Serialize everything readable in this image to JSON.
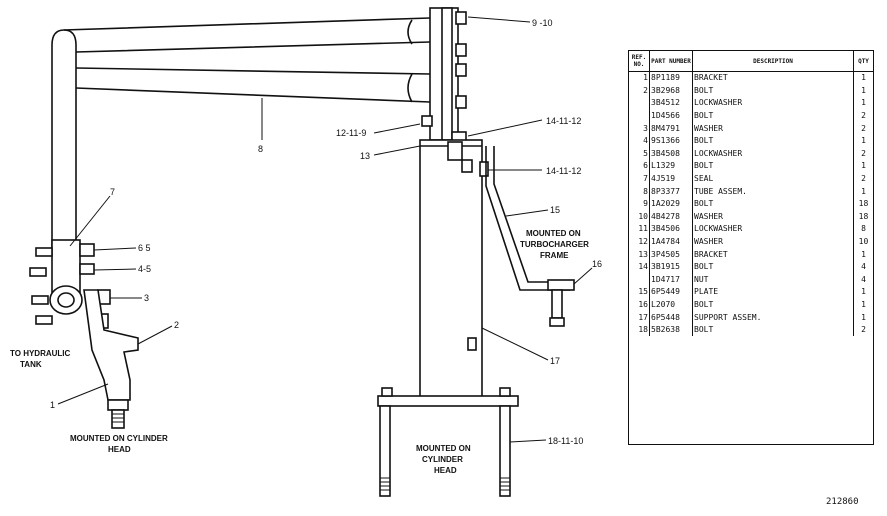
{
  "callouts": {
    "c9_10": "9 -10",
    "c8": "8",
    "c12_11_9": "12-11-9",
    "c14_11_12_a": "14-11-12",
    "c13": "13",
    "c14_11_12_b": "14-11-12",
    "c15": "15",
    "c7": "7",
    "c6_5": "6  5",
    "c4_5": "4-5",
    "c3": "3",
    "c2": "2",
    "c1": "1",
    "c16": "16",
    "c17": "17",
    "c18_11_10": "18-11-10"
  },
  "notes": {
    "hydraulic_1": "TO HYDRAULIC",
    "hydraulic_2": "TANK",
    "cyl_head_1": "MOUNTED ON CYLINDER",
    "cyl_head_2": "HEAD",
    "turbo_1": "MOUNTED ON",
    "turbo_2": "TURBOCHARGER",
    "turbo_3": "FRAME",
    "cyl_head_b_1": "MOUNTED ON",
    "cyl_head_b_2": "CYLINDER",
    "cyl_head_b_3": "HEAD"
  },
  "parts_table": {
    "headers": {
      "ref": "REF. NO.",
      "part": "PART NUMBER",
      "desc": "DESCRIPTION",
      "qty": "QTY"
    },
    "rows": [
      {
        "ref": "1",
        "part": "8P1189",
        "desc": "BRACKET",
        "qty": "1"
      },
      {
        "ref": "2",
        "part": "3B2968",
        "desc": "BOLT",
        "qty": "1"
      },
      {
        "ref": "",
        "part": "3B4512",
        "desc": "LOCKWASHER",
        "qty": "1"
      },
      {
        "ref": "",
        "part": "1D4566",
        "desc": "BOLT",
        "qty": "2"
      },
      {
        "ref": "3",
        "part": "8M4791",
        "desc": "WASHER",
        "qty": "2"
      },
      {
        "ref": "4",
        "part": "9S1366",
        "desc": "BOLT",
        "qty": "1"
      },
      {
        "ref": "5",
        "part": "3B4508",
        "desc": "LOCKWASHER",
        "qty": "2"
      },
      {
        "ref": "6",
        "part": "L1329",
        "desc": "BOLT",
        "qty": "1"
      },
      {
        "ref": "7",
        "part": "4J519",
        "desc": "SEAL",
        "qty": "2"
      },
      {
        "ref": "8",
        "part": "8P3377",
        "desc": "TUBE ASSEM.",
        "qty": "1"
      },
      {
        "ref": "9",
        "part": "1A2029",
        "desc": "BOLT",
        "qty": "18"
      },
      {
        "ref": "10",
        "part": "4B4278",
        "desc": "WASHER",
        "qty": "18"
      },
      {
        "ref": "11",
        "part": "3B4506",
        "desc": "LOCKWASHER",
        "qty": "8"
      },
      {
        "ref": "12",
        "part": "1A4784",
        "desc": "WASHER",
        "qty": "10"
      },
      {
        "ref": "13",
        "part": "3P4505",
        "desc": "BRACKET",
        "qty": "1"
      },
      {
        "ref": "14",
        "part": "3B1915",
        "desc": "BOLT",
        "qty": "4"
      },
      {
        "ref": "",
        "part": "1D4717",
        "desc": "NUT",
        "qty": "4"
      },
      {
        "ref": "15",
        "part": "6P5449",
        "desc": "PLATE",
        "qty": "1"
      },
      {
        "ref": "16",
        "part": "L2070",
        "desc": "BOLT",
        "qty": "1"
      },
      {
        "ref": "17",
        "part": "6P5448",
        "desc": "SUPPORT ASSEM.",
        "qty": "1"
      },
      {
        "ref": "18",
        "part": "5B2638",
        "desc": "BOLT",
        "qty": "2"
      }
    ]
  },
  "figure_id": "212860"
}
